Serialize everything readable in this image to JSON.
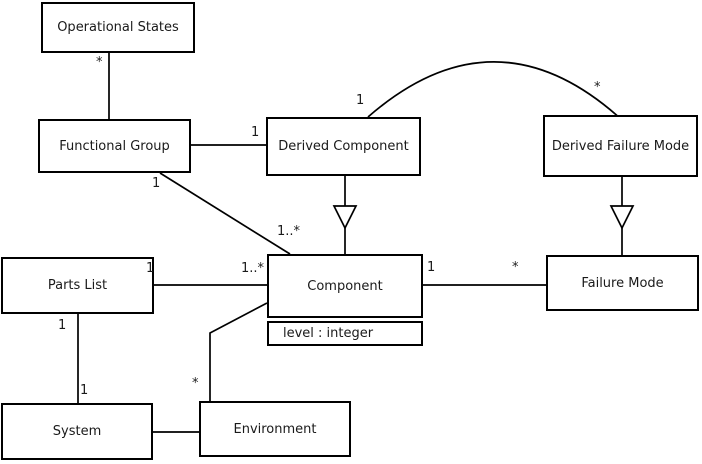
{
  "diagram": {
    "type": "uml-class-diagram",
    "colors": {
      "line": "#000000",
      "background": "#ffffff",
      "text": "#1a1a1a"
    },
    "nodes": {
      "operational_states": {
        "label": "Operational States"
      },
      "functional_group": {
        "label": "Functional Group"
      },
      "derived_component": {
        "label": "Derived Component"
      },
      "derived_failure_mode": {
        "label": "Derived Failure Mode"
      },
      "parts_list": {
        "label": "Parts List"
      },
      "component": {
        "label": "Component",
        "attributes": [
          "level : integer"
        ]
      },
      "failure_mode": {
        "label": "Failure Mode"
      },
      "system": {
        "label": "System"
      },
      "environment": {
        "label": "Environment"
      }
    },
    "edges": [
      {
        "from": "operational_states",
        "to": "functional_group",
        "type": "association",
        "from_label": "*",
        "to_label": ""
      },
      {
        "from": "functional_group",
        "to": "derived_component",
        "type": "association",
        "from_label": "",
        "to_label": "1"
      },
      {
        "from": "functional_group",
        "to": "component",
        "type": "association",
        "from_label": "1",
        "to_label": "1..*"
      },
      {
        "from": "derived_component",
        "to": "component",
        "type": "generalization",
        "from_label": "",
        "to_label": ""
      },
      {
        "from": "derived_component",
        "to": "derived_failure_mode",
        "type": "association-arc",
        "from_label": "1",
        "to_label": "*"
      },
      {
        "from": "derived_failure_mode",
        "to": "failure_mode",
        "type": "generalization",
        "from_label": "",
        "to_label": ""
      },
      {
        "from": "parts_list",
        "to": "component",
        "type": "association",
        "from_label": "1",
        "to_label": "1..*"
      },
      {
        "from": "component",
        "to": "failure_mode",
        "type": "association",
        "from_label": "1",
        "to_label": "*"
      },
      {
        "from": "parts_list",
        "to": "system",
        "type": "association",
        "from_label": "1",
        "to_label": "1"
      },
      {
        "from": "system",
        "to": "environment",
        "type": "association",
        "from_label": "",
        "to_label": ""
      },
      {
        "from": "component",
        "to": "environment",
        "type": "association",
        "from_label": "",
        "to_label": "*"
      }
    ]
  }
}
